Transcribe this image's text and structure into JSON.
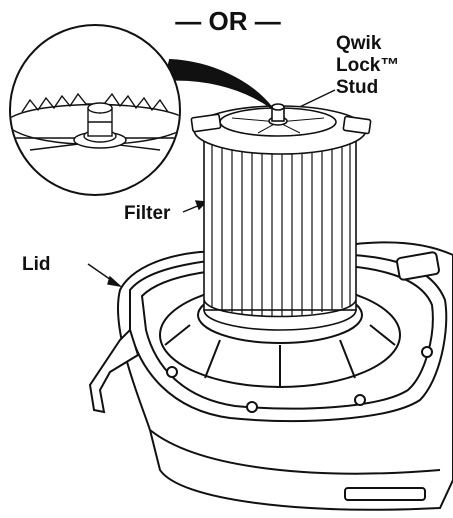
{
  "header": {
    "or_label": "— OR —"
  },
  "labels": {
    "stud_line1": "Qwik",
    "stud_line2": "Lock™",
    "stud_line3": "Stud",
    "filter": "Filter",
    "lid": "Lid"
  },
  "colors": {
    "ink": "#111111",
    "paper": "#ffffff",
    "pleat_shade": "#e6e6e6"
  }
}
